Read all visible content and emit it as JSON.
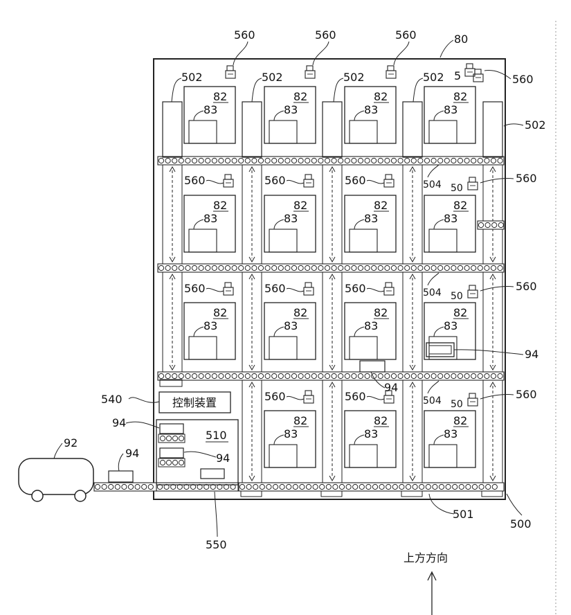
{
  "labels": {
    "building": "80",
    "room": "82",
    "room_inner": "83",
    "unit": "560",
    "shaft": "502",
    "rail_unit": "50",
    "conveyor_path": "501",
    "system": "500",
    "elevator_ref": "504",
    "package": "94",
    "vehicle": "92",
    "receiving": "510",
    "control_ref": "540",
    "control_text": "控制装置",
    "entrance": "550",
    "up_direction": "上方方向"
  },
  "layout": {
    "floors": 4,
    "columns": 4,
    "control_floor_rooms_start_column": 2
  }
}
